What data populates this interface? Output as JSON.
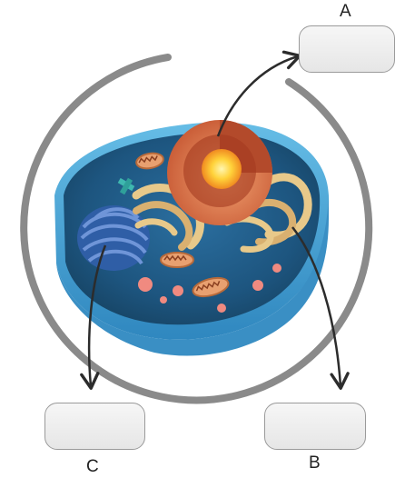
{
  "labels": {
    "a": {
      "letter": "A",
      "answer": ""
    },
    "b": {
      "letter": "B",
      "answer": ""
    },
    "c": {
      "letter": "C",
      "answer": ""
    }
  },
  "colors": {
    "ring": "#8a8a8a",
    "arrow": "#2c2c2c",
    "cytoplasm": "#1f5f8c",
    "membrane": "#4aa6d6",
    "nucleus_envelope": "#e07a50",
    "nucleolus": "#ffd23a",
    "golgi": "#e8c98a",
    "er": "#3d6bb3",
    "mitochondria": "#e8a070"
  }
}
